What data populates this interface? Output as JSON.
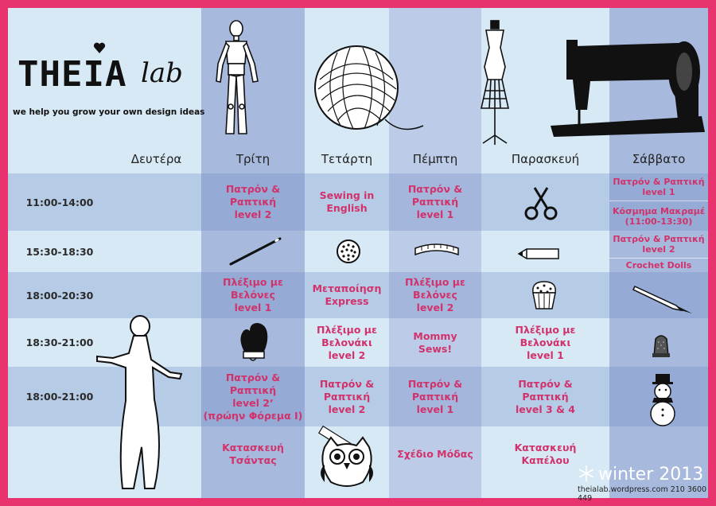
{
  "brand": {
    "name": "THEIA",
    "lab": "lab",
    "tagline": "we help you grow your own design ideas"
  },
  "days": [
    "Δευτέρα",
    "Τρίτη",
    "Τετάρτη",
    "Πέμπτη",
    "Παρασκευή",
    "Σάββατο"
  ],
  "times": [
    "11:00-14:00",
    "15:30-18:30",
    "18:00-20:30",
    "18:30-21:00",
    "18:00-21:00"
  ],
  "grid": {
    "tuesday": {
      "r1": "Πατρόν &\nΡαπτική\nlevel 2",
      "r3": "Πλέξιμο με\nΒελόνες\nlevel 1",
      "r5": "Πατρόν &\nΡαπτική\nlevel 2’\n(πρώην Φόρεμα Ι)",
      "r6": "Κατασκευή\nΤσάντας"
    },
    "wednesday": {
      "r1": "Sewing in\nEnglish",
      "r3": "Μεταποίηση\nExpress",
      "r4": "Πλέξιμο με\nΒελονάκι\nlevel 2",
      "r5": "Πατρόν &\nΡαπτική\nlevel 2"
    },
    "thursday": {
      "r1": "Πατρόν &\nΡαπτική\nlevel 1",
      "r3": "Πλέξιμο με\nΒελόνες\nlevel 2",
      "r4": "Mommy\nSews!",
      "r5": "Πατρόν &\nΡαπτική\nlevel 1",
      "r6": "Σχέδιο Μόδας"
    },
    "friday": {
      "r4": "Πλέξιμο με\nΒελονάκι\nlevel 1",
      "r5": "Πατρόν &\nΡαπτική\nlevel 3 & 4",
      "r6": "Κατασκευή\nΚαπέλου"
    },
    "saturday": {
      "a": "Πατρόν & Ραπτική\nlevel 1",
      "b": "Κόσμημα Μακραμέ\n(11:00-13:30)",
      "c": "Πατρόν & Ραπτική\nlevel 2",
      "d": "Crochet Dolls"
    }
  },
  "footer": {
    "season": "winter 2013",
    "contact": "theialab.wordpress.com  210 3600 449"
  },
  "colors": {
    "frame": "#e8336e",
    "light": "#d6e9f5",
    "mid": "#b8c8e4",
    "dark": "#9fb2d8",
    "accent_text": "#d2326b"
  },
  "icons": [
    "heart-icon",
    "wooden-mannequin-icon",
    "yarn-ball-icon",
    "dress-form-icon",
    "sewing-machine-icon",
    "scissors-icon",
    "needle-icon",
    "button-icon",
    "tape-measure-icon",
    "pencil-icon",
    "cupcake-icon",
    "fountain-pen-icon",
    "oven-mitt-icon",
    "thimble-icon",
    "snowman-icon",
    "owl-icon",
    "woman-silhouette-icon",
    "snowflake-icon"
  ]
}
